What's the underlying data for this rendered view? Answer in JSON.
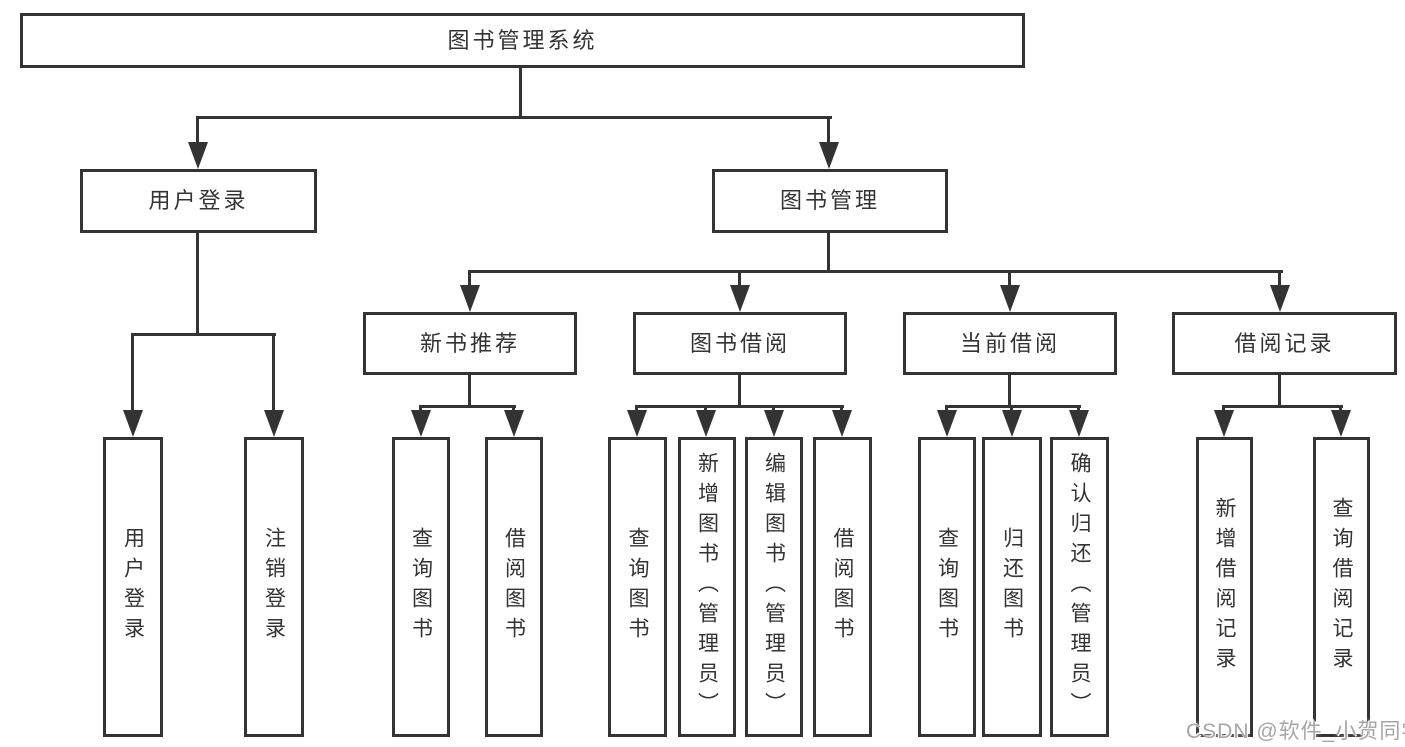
{
  "tree": {
    "root": {
      "label": "图书管理系统"
    },
    "branches": [
      {
        "label": "用户登录",
        "children": [
          {
            "label": "用户登录"
          },
          {
            "label": "注销登录"
          }
        ]
      },
      {
        "label": "图书管理",
        "children": [
          {
            "label": "新书推荐",
            "children": [
              {
                "label": "查询图书"
              },
              {
                "label": "借阅图书"
              }
            ]
          },
          {
            "label": "图书借阅",
            "children": [
              {
                "label": "查询图书"
              },
              {
                "label": "新增图书（管理员）"
              },
              {
                "label": "编辑图书（管理员）"
              },
              {
                "label": "借阅图书"
              }
            ]
          },
          {
            "label": "当前借阅",
            "children": [
              {
                "label": "查询图书"
              },
              {
                "label": "归还图书"
              },
              {
                "label": "确认归还（管理员）"
              }
            ]
          },
          {
            "label": "借阅记录",
            "children": [
              {
                "label": "新增借阅记录"
              },
              {
                "label": "查询借阅记录"
              }
            ]
          }
        ]
      }
    ]
  },
  "watermark": {
    "text": "CSDN @软件_小贺同学"
  },
  "colors": {
    "line": "#333333",
    "text": "#333333",
    "background": "#ffffff",
    "watermark": "#a6a6a6"
  }
}
